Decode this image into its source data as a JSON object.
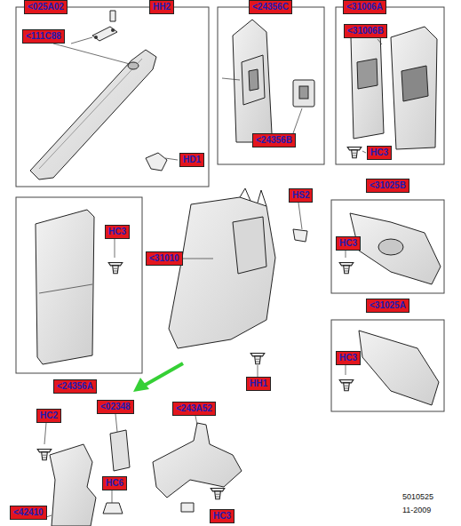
{
  "diagram": {
    "labels": [
      "<025A02",
      "HH2",
      "<24356C",
      "<31006A",
      "<111C88",
      "HD1",
      "<24356B",
      "<31006B",
      "HC3",
      "HS2",
      "<31025B",
      "HC3",
      "<31010",
      "HC3",
      "<31025A",
      "HC3",
      "HH1",
      "<24356A",
      "<02348",
      "<243A52",
      "HC2",
      "HC6",
      "<42410",
      "HC3",
      "5010525",
      "11-2009"
    ]
  }
}
